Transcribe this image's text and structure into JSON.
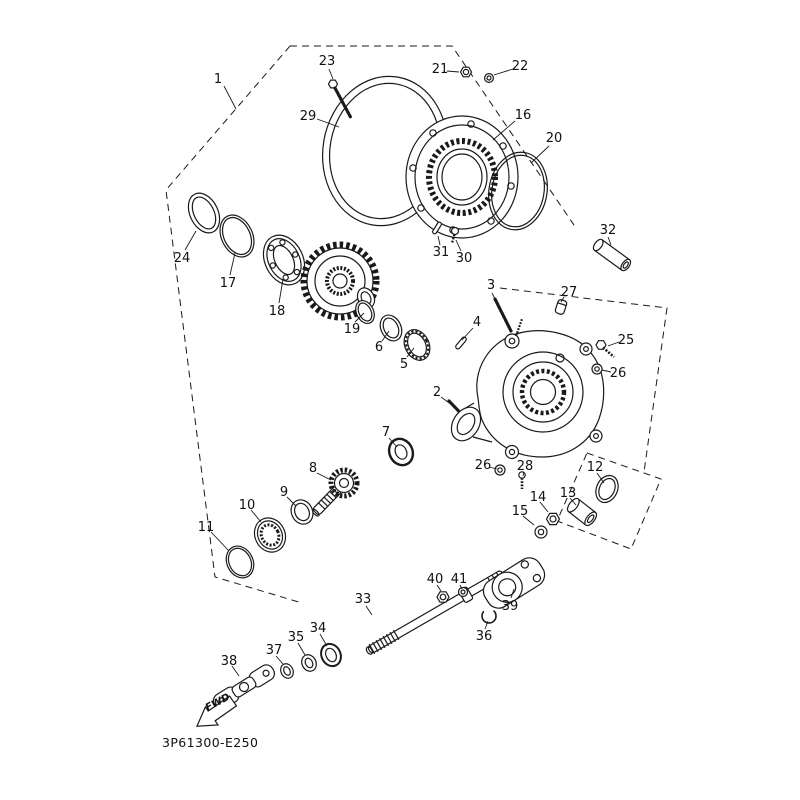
{
  "diagram": {
    "title": "drive-shaft-exploded-parts-diagram",
    "code": "3P61300-E250",
    "fwd_label": "FWD",
    "colors": {
      "line": "#1a1a1a",
      "background": "#ffffff"
    },
    "callouts": {
      "c1": "1",
      "c2": "2",
      "c3": "3",
      "c4": "4",
      "c5": "5",
      "c6": "6",
      "c7": "7",
      "c8": "8",
      "c9": "9",
      "c10": "10",
      "c11": "11",
      "c12": "12",
      "c13": "13",
      "c14": "14",
      "c15": "15",
      "c16": "16",
      "c17": "17",
      "c18": "18",
      "c19": "19",
      "c20": "20",
      "c21": "21",
      "c22": "22",
      "c23": "23",
      "c24": "24",
      "c25": "25",
      "c26a": "26",
      "c26b": "26",
      "c27": "27",
      "c28": "28",
      "c29": "29",
      "c30": "30",
      "c31": "31",
      "c32": "32",
      "c33": "33",
      "c34": "34",
      "c35": "35",
      "c36": "36",
      "c37": "37",
      "c38": "38",
      "c39": "39",
      "c40": "40",
      "c41": "41"
    }
  }
}
